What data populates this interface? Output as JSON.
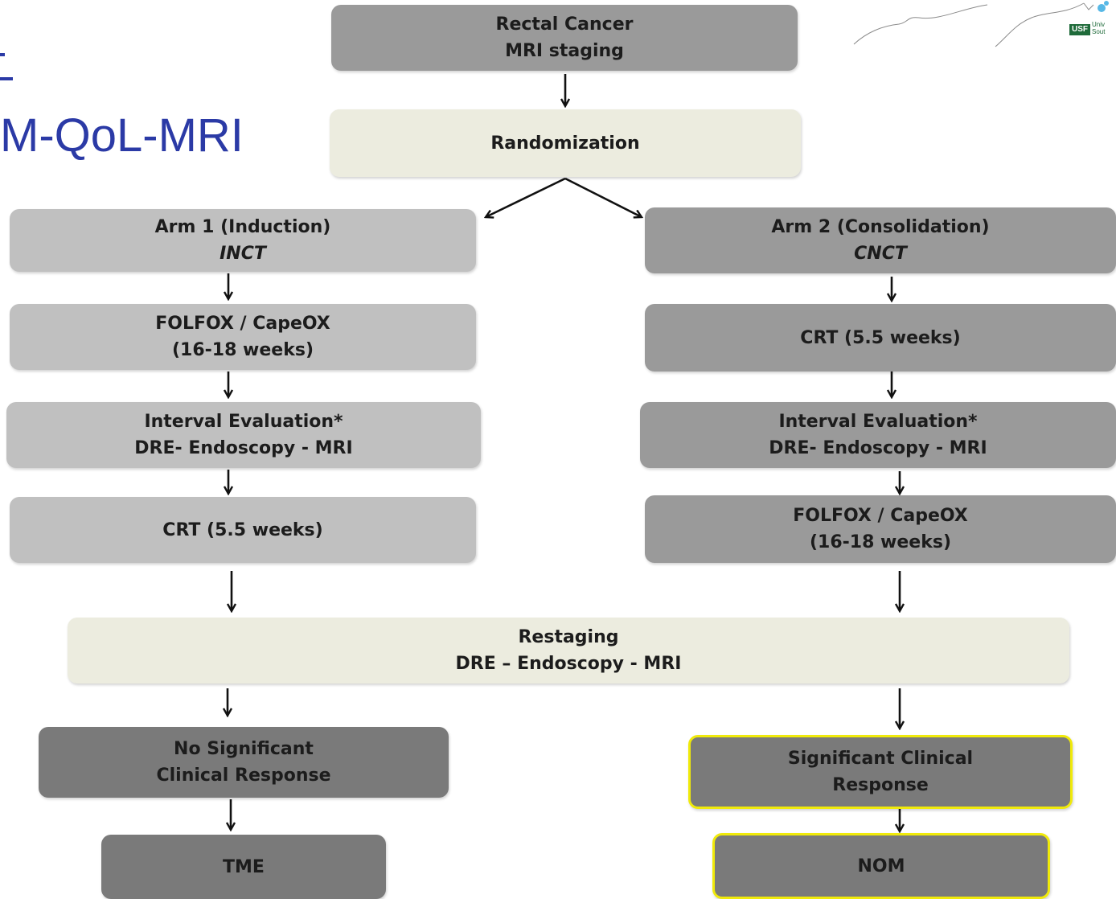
{
  "slide": {
    "title_fragment": "M-QoL-MRI",
    "logo": {
      "mark": "USF",
      "text_line1": "Univ",
      "text_line2": "Sout"
    }
  },
  "flowchart": {
    "staging": {
      "line1": "Rectal Cancer",
      "line2": "MRI staging"
    },
    "randomization": {
      "label": "Randomization"
    },
    "arm1": {
      "header": {
        "line1": "Arm 1 (Induction)",
        "line2": "INCT"
      },
      "step1": {
        "line1": "FOLFOX  / CapeOX",
        "line2": "(16-18 weeks)"
      },
      "step2": {
        "line1": "Interval Evaluation*",
        "line2": "DRE- Endoscopy - MRI"
      },
      "step3": {
        "line1": "CRT (5.5 weeks)"
      }
    },
    "arm2": {
      "header": {
        "line1": "Arm 2 (Consolidation)",
        "line2": "CNCT"
      },
      "step1": {
        "line1": "CRT (5.5 weeks)"
      },
      "step2": {
        "line1": "Interval Evaluation*",
        "line2": "DRE- Endoscopy - MRI"
      },
      "step3": {
        "line1": "FOLFOX  /  CapeOX",
        "line2": "(16-18 weeks)"
      }
    },
    "restaging": {
      "line1": "Restaging",
      "line2": "DRE – Endoscopy - MRI"
    },
    "no_response": {
      "line1": "No Significant",
      "line2": "Clinical Response"
    },
    "response": {
      "line1": "Significant Clinical",
      "line2": "Response"
    },
    "tme": {
      "label": "TME"
    },
    "nom": {
      "label": "NOM"
    }
  },
  "colors": {
    "title": "#2b3aa6",
    "highlight_border": "#f0ea0a",
    "arm1_box": "#c0c0c0",
    "arm2_box": "#9a9a9a",
    "outcome_box": "#7a7a7a",
    "neutral_box": "#ececdf"
  }
}
